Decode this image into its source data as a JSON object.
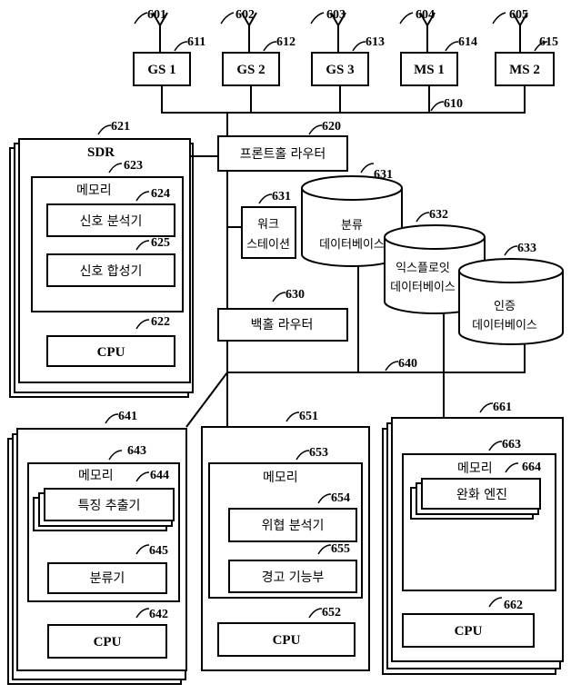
{
  "antennas": [
    {
      "ref": "601",
      "station_ref": "611",
      "label": "GS 1"
    },
    {
      "ref": "602",
      "station_ref": "612",
      "label": "GS 2"
    },
    {
      "ref": "603",
      "station_ref": "613",
      "label": "GS 3"
    },
    {
      "ref": "604",
      "station_ref": "614",
      "label": "MS 1"
    },
    {
      "ref": "605",
      "station_ref": "615",
      "label": "MS 2"
    }
  ],
  "bus_top_ref": "610",
  "fronthaul": {
    "ref": "620",
    "label": "프론트홀 라우터"
  },
  "backhaul": {
    "ref": "630",
    "label": "백홀 라우터"
  },
  "bus_bottom_ref": "640",
  "sdr": {
    "ref": "621",
    "title": "SDR",
    "memory": {
      "ref": "623",
      "label": "메모리"
    },
    "signal_analyzer": {
      "ref": "624",
      "label": "신호 분석기"
    },
    "signal_synth": {
      "ref": "625",
      "label": "신호 합성기"
    },
    "cpu": {
      "ref": "622",
      "label": "CPU"
    }
  },
  "workstation": {
    "ref": "631",
    "line1": "워크",
    "line2": "스테이션"
  },
  "databases": [
    {
      "ref": "631",
      "line1": "분류",
      "line2": "데이터베이스"
    },
    {
      "ref": "632",
      "line1": "익스플로잇",
      "line2": "데이터베이스"
    },
    {
      "ref": "633",
      "line1": "인증",
      "line2": "데이터베이스"
    }
  ],
  "node641": {
    "ref": "641",
    "memory": {
      "ref": "643",
      "label": "메모리"
    },
    "feature": {
      "ref": "644",
      "label": "특징 추출기"
    },
    "classifier": {
      "ref": "645",
      "label": "분류기"
    },
    "cpu": {
      "ref": "642",
      "label": "CPU"
    }
  },
  "node651": {
    "ref": "651",
    "memory": {
      "ref": "653",
      "label": "메모리"
    },
    "threat": {
      "ref": "654",
      "label": "위협 분석기"
    },
    "alert": {
      "ref": "655",
      "label": "경고 기능부"
    },
    "cpu": {
      "ref": "652",
      "label": "CPU"
    }
  },
  "node661": {
    "ref": "661",
    "memory": {
      "ref": "663",
      "label": "메모리"
    },
    "engine": {
      "ref": "664",
      "label": "완화 엔진"
    },
    "cpu": {
      "ref": "662",
      "label": "CPU"
    }
  }
}
